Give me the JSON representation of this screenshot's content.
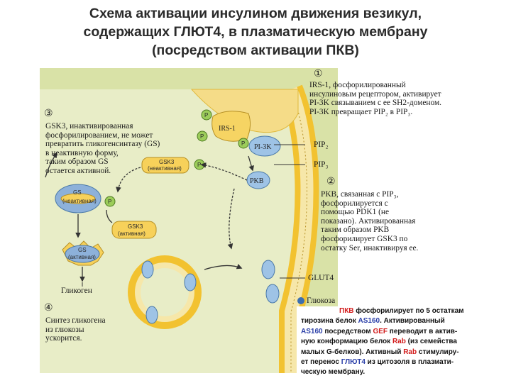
{
  "title_lines": [
    "Схема активации инсулином движения везикул,",
    "содержащих ГЛЮТ4, в плазматическую мембрану",
    "(посредством активации ПКВ)"
  ],
  "steps": {
    "step1": {
      "number": "①",
      "lines": [
        "IRS-1, фосфорилированный",
        "инсулиновым рецептором, активирует",
        "PI-3K связыванием с ее SH2-доменом.",
        "PI-3K превращает PIP₂ в PIP₃."
      ]
    },
    "step2": {
      "number": "②",
      "lines": [
        "PKB, связанная с PIP₃,",
        "фосфорилируется с",
        "помощью PDK1 (не",
        "показано). Активированная",
        "таким образом PKB",
        "фосфорилирует GSK3 по",
        "остатку Ser, инактивируя ее."
      ]
    },
    "step3": {
      "number": "③",
      "lines": [
        "GSK3, инактивированная",
        "фосфорилированием, не может",
        "превратить гликогенсинтазу (GS)",
        "в неактивную форму,",
        "таким образом GS",
        "остается активной."
      ]
    },
    "step4": {
      "number": "④",
      "lines": [
        "Синтез гликогена",
        "из глюкозы",
        "ускорится."
      ]
    }
  },
  "labels": {
    "irs1": "IRS-1",
    "pi3k": "PI-3K",
    "pkb": "PKB",
    "pip2": "PIP₂",
    "pip3": "PIP₃",
    "glut4": "GLUT4",
    "glucose": "Глюкоза",
    "glycogen": "Гликоген",
    "gsk3_inactive_name": "GSK3",
    "gsk3_inactive_state": "(неактивная)",
    "gsk3_active_name": "GSK3",
    "gsk3_active_state": "(активная)",
    "gs_inactive_name": "GS",
    "gs_inactive_state": "(неактивная)",
    "gs_active_name": "GS",
    "gs_active_state": "(активная)",
    "phospho": "P"
  },
  "note": {
    "line1": [
      "ПКВ",
      " фосфорилирует по 5 остаткам"
    ],
    "line2": [
      "тирозина белок ",
      "AS160",
      ". Активированный"
    ],
    "line3": [
      "AS160",
      " посредством ",
      "GEF",
      " переводит в актив-"
    ],
    "line4": [
      "ную конформацию белок ",
      "Rab",
      " (из семейства"
    ],
    "line5": [
      "малых G-белков). Активный ",
      "Rab",
      " стимулиру-"
    ],
    "line6": [
      "ет перенос ",
      "ГЛЮТ4",
      " из цитозоля в плазмати-"
    ],
    "line7": [
      "ческую мембрану."
    ]
  },
  "colors": {
    "background_outer": "#d9e2a7",
    "cytosol": "#e8edc7",
    "membrane_head": "#f2c230",
    "irs1_fill": "#f6d463",
    "protein_blue": "#9ec3e6",
    "phospho_green": "#9ccc5a",
    "gsk_fill": "#f7d15a",
    "gs_fill": "#8db1da",
    "note_red": "#d21a1a",
    "note_blue": "#2a3ea8"
  }
}
